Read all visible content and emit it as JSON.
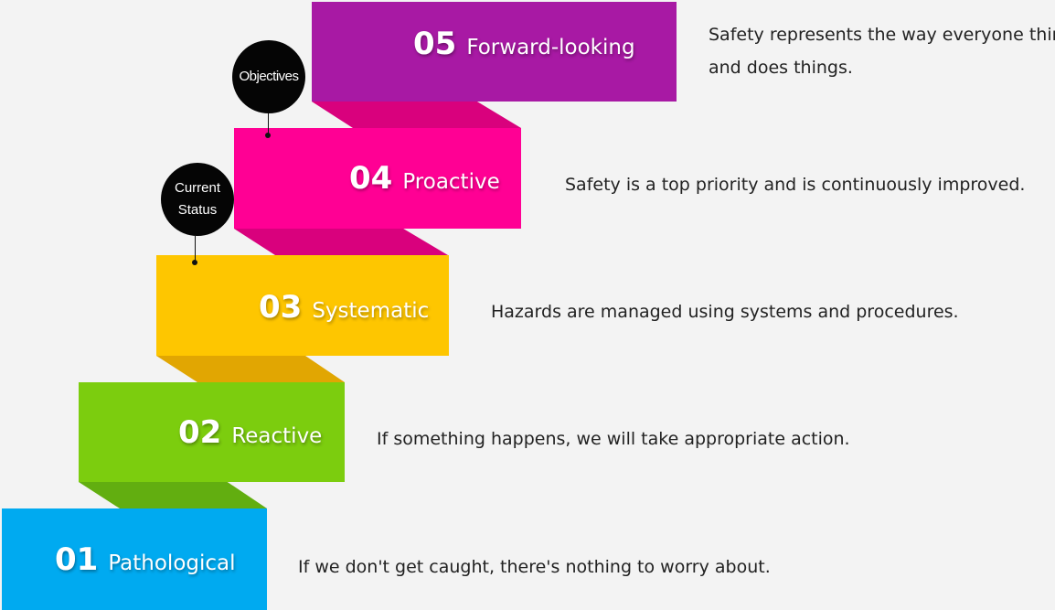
{
  "steps": [
    {
      "num": "01",
      "name": "Pathological",
      "desc": "If we don't get caught, there's nothing to worry about.",
      "color": "#00aaf0",
      "shade": "#0088c4"
    },
    {
      "num": "02",
      "name": "Reactive",
      "desc": "If something happens, we will take appropriate action.",
      "color": "#7ccd0e",
      "shade": "#62ae10"
    },
    {
      "num": "03",
      "name": "Systematic",
      "desc": "Hazards are managed using systems and procedures.",
      "color": "#fec600",
      "shade": "#e1a602"
    },
    {
      "num": "04",
      "name": "Proactive",
      "desc": "Safety is a top priority and is continuously improved.",
      "color": "#ff0094",
      "shade": "#d9017d"
    },
    {
      "num": "05",
      "name": "Forward-looking",
      "desc_line1": "Safety represents the way everyone thinks",
      "desc_line2": "and does things.",
      "color": "#a819a4",
      "shade": "#d9017d"
    }
  ],
  "markers": {
    "current": {
      "line1": "Current",
      "line2": "Status"
    },
    "objectives": {
      "label": "Objectives"
    }
  }
}
